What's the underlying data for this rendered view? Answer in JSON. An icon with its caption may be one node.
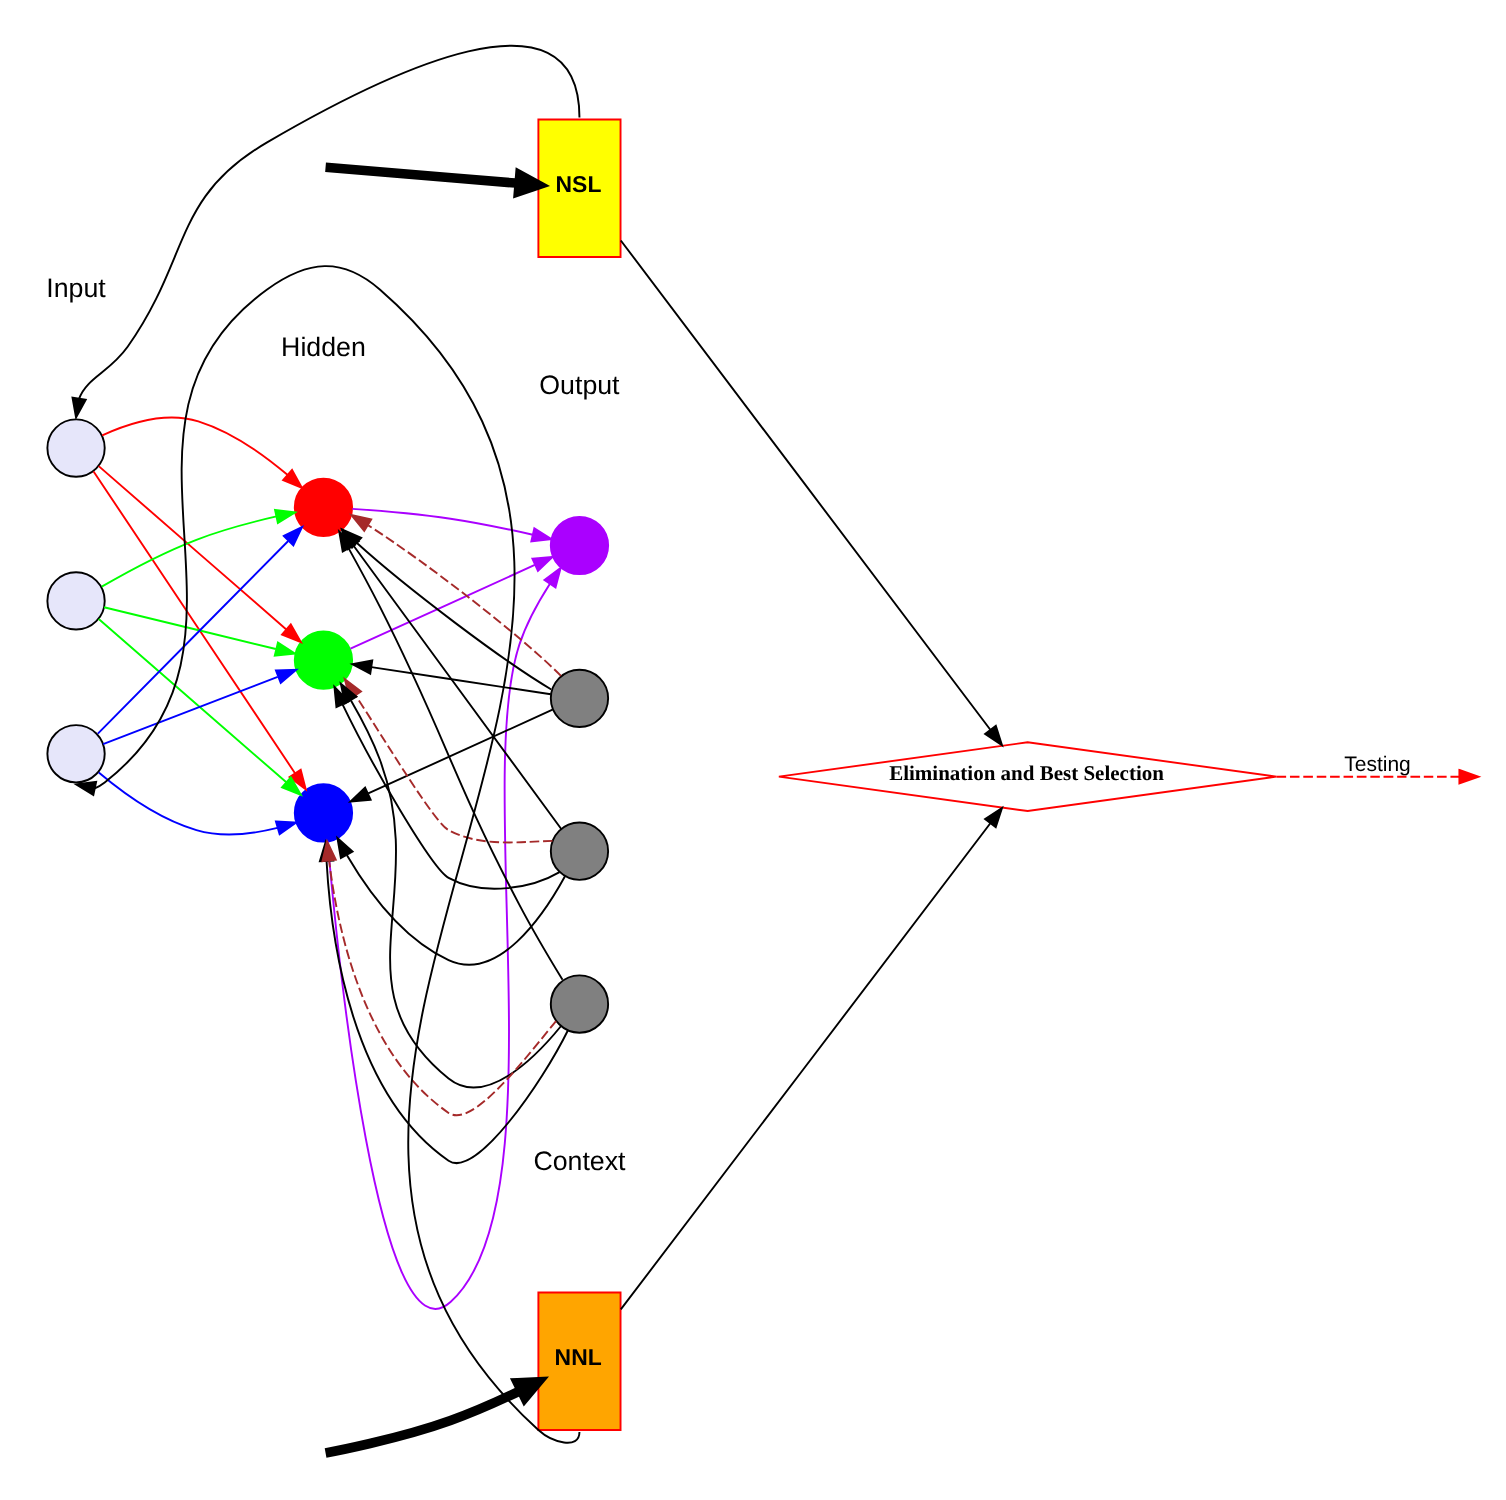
{
  "diagram": {
    "nodes": [
      {
        "text": [],
        "shape": "circle"
      },
      {
        "text": [],
        "shape": "circle"
      },
      {
        "text": [],
        "shape": "circle"
      },
      {
        "text": [],
        "shape": "circle"
      },
      {
        "text": [],
        "shape": "circle"
      },
      {
        "text": [],
        "shape": "circle"
      },
      {
        "text": [],
        "shape": "circle"
      },
      {
        "text": [],
        "shape": "circle"
      },
      {
        "text": [],
        "shape": "circle"
      },
      {
        "text": [],
        "shape": "circle"
      },
      {
        "text": [
          "NSL"
        ]
      },
      {
        "text": [
          "NNL"
        ]
      },
      {
        "text": [
          "Elimination and Best Selection"
        ]
      }
    ],
    "edges": [
      {
        "from": 0,
        "to": 3,
        "arrow": "to",
        "color": "#ff0000"
      },
      {
        "from": 0,
        "to": 4,
        "arrow": "to",
        "color": "#ff0000"
      },
      {
        "from": 0,
        "to": 5,
        "arrow": "to",
        "color": "#ff0000"
      },
      {
        "from": 1,
        "to": 3,
        "arrow": "to",
        "color": "#00ff00"
      },
      {
        "from": 1,
        "to": 4,
        "arrow": "to",
        "color": "#00ff00"
      },
      {
        "from": 1,
        "to": 5,
        "arrow": "to",
        "color": "#00ff00"
      },
      {
        "from": 2,
        "to": 3,
        "arrow": "to",
        "color": "#0000ff"
      },
      {
        "from": 2,
        "to": 4,
        "arrow": "to",
        "color": "#0000ff"
      },
      {
        "from": 2,
        "to": 5,
        "arrow": "to",
        "color": "#0000ff"
      },
      {
        "from": 3,
        "to": 6,
        "arrow": "to",
        "color": "#aa00ff"
      },
      {
        "from": 4,
        "to": 6,
        "arrow": "to",
        "color": "#aa00ff"
      },
      {
        "from": 5,
        "to": 6,
        "arrow": "to",
        "color": "#aa00ff"
      },
      {
        "from": 7,
        "to": 3,
        "arrow": "to"
      },
      {
        "from": 7,
        "to": 4,
        "arrow": "to"
      },
      {
        "from": 7,
        "to": 5,
        "arrow": "to"
      },
      {
        "from": 8,
        "to": 3,
        "arrow": "to"
      },
      {
        "from": 8,
        "to": 4,
        "arrow": "to"
      },
      {
        "from": 8,
        "to": 5,
        "arrow": "to"
      },
      {
        "from": 9,
        "to": 3,
        "arrow": "to"
      },
      {
        "from": 9,
        "to": 4,
        "arrow": "to"
      },
      {
        "from": 9,
        "to": 5,
        "arrow": "to"
      },
      {
        "from": 7,
        "to": 3,
        "arrow": "to",
        "style": "dashed",
        "color": "#a52a2a"
      },
      {
        "from": 8,
        "to": 4,
        "arrow": "to",
        "style": "dashed",
        "color": "#a52a2a"
      },
      {
        "from": 9,
        "to": 5,
        "arrow": "to",
        "style": "dashed",
        "color": "#a52a2a"
      },
      {
        "from": null,
        "to": 10,
        "arrow": "to",
        "style": "thick"
      },
      {
        "from": null,
        "to": 11,
        "arrow": "to",
        "style": "thick"
      },
      {
        "from": 10,
        "to": 0,
        "arrow": "to"
      },
      {
        "from": 11,
        "to": 2,
        "arrow": "to"
      },
      {
        "from": 10,
        "to": 12,
        "arrow": "to"
      },
      {
        "from": 11,
        "to": 12,
        "arrow": "to"
      },
      {
        "from": 12,
        "to": null,
        "arrow": "to",
        "label": "Testing",
        "style": "dashed",
        "color": "#ff0000"
      }
    ],
    "labels": [
      "Input",
      "Hidden",
      "Output",
      "Context"
    ]
  }
}
